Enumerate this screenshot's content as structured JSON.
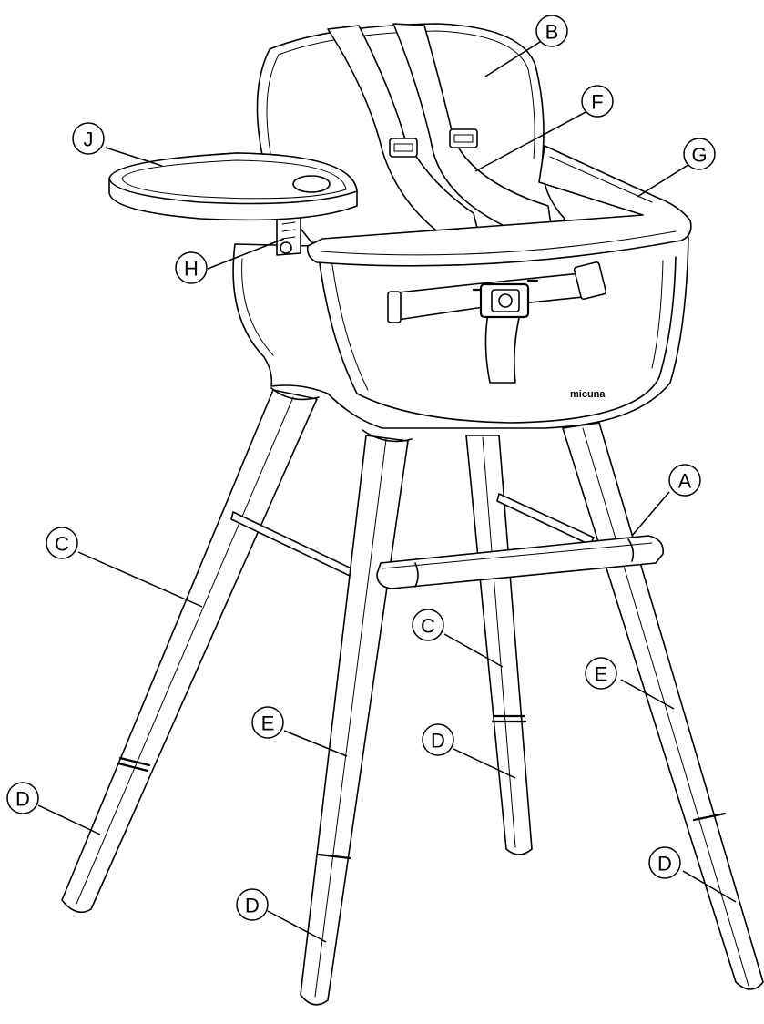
{
  "brand_text": "micuna",
  "callouts": [
    {
      "id": "label-a",
      "text": "A"
    },
    {
      "id": "label-b",
      "text": "B"
    },
    {
      "id": "label-c-left",
      "text": "C"
    },
    {
      "id": "label-c-rear",
      "text": "C"
    },
    {
      "id": "label-d-left",
      "text": "D"
    },
    {
      "id": "label-d-front",
      "text": "D"
    },
    {
      "id": "label-d-rear",
      "text": "D"
    },
    {
      "id": "label-d-right",
      "text": "D"
    },
    {
      "id": "label-e-front",
      "text": "E"
    },
    {
      "id": "label-e-right",
      "text": "E"
    },
    {
      "id": "label-f",
      "text": "F"
    },
    {
      "id": "label-g",
      "text": "G"
    },
    {
      "id": "label-h",
      "text": "H"
    },
    {
      "id": "label-j",
      "text": "J"
    }
  ]
}
